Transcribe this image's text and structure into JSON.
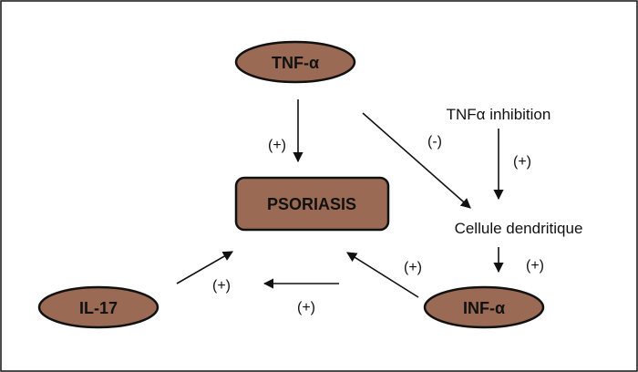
{
  "colors": {
    "node_fill": "#9a6a55",
    "stroke": "#111111",
    "background": "#ffffff"
  },
  "nodes": {
    "tnf_alpha": "TNF-α",
    "psoriasis": "PSORIASIS",
    "il17": "IL-17",
    "inf_alpha": "INF-α"
  },
  "labels": {
    "tnf_inhibition": "TNFα inhibition",
    "cellule_dendritique": "Cellule dendritique"
  },
  "edge_labels": {
    "tnf_to_psoriasis": "(+)",
    "tnf_to_cellule": "(-)",
    "inhibition_to_cellule": "(+)",
    "cellule_to_inf": "(+)",
    "inf_to_psoriasis": "(+)",
    "il17_to_psoriasis": "(+)",
    "inf_to_il17": "(+)"
  }
}
